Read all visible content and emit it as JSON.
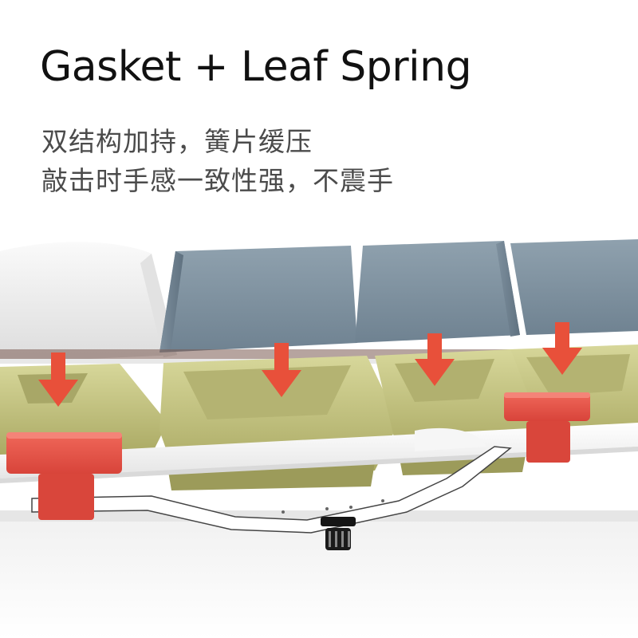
{
  "headline": "Gasket + Leaf Spring",
  "subtitle_lines": [
    "双结构加持，簧片缓压",
    "敲击时手感一致性强，不震手"
  ],
  "colors": {
    "keycap_white": "#f4f4f4",
    "keycap_gray_blue": "#8a9ba8",
    "switch_olive": "#c9c983",
    "arrow_red": "#e8503a",
    "gasket_red": "#e9574b",
    "plate_white": "#ffffff",
    "knob_black": "#151515"
  },
  "illustration": {
    "keycaps": [
      "white",
      "gray-blue",
      "gray-blue",
      "gray-blue"
    ],
    "arrow_count": 4,
    "gasket_count": 2,
    "icons": [
      "down-arrow-icon",
      "gasket-pad",
      "leaf-spring",
      "adjust-knob-icon"
    ]
  }
}
